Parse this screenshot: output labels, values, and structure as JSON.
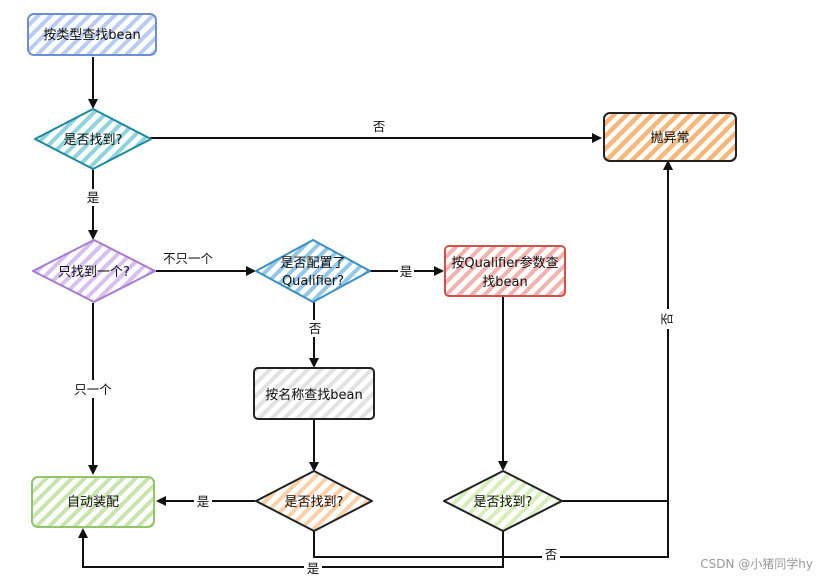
{
  "nodes": {
    "start": "按类型查找bean",
    "found1": "是否找到?",
    "throw": "抛异常",
    "only_one": "只找到一个?",
    "qualifier_line1": "是否配置了",
    "qualifier_line2": "Qualifier?",
    "by_qualifier_line1": "按Qualifier参数查",
    "by_qualifier_line2": "找bean",
    "by_name": "按名称查找bean",
    "autowire": "自动装配",
    "found2": "是否找到?",
    "found3": "是否找到?"
  },
  "edges": {
    "found1_no": "否",
    "found1_yes": "是",
    "not_only_one": "不只一个",
    "only_one": "只一个",
    "qualifier_yes": "是",
    "qualifier_no": "否",
    "found2_yes": "是",
    "found3_yes": "是",
    "found3_no": "否",
    "found2_no": "否"
  },
  "watermark": "CSDN @小猪同学hy",
  "colors": {
    "blue": "#6d8fd6",
    "teal": "#1b8aa0",
    "orange": "#f4a35c",
    "purple": "#a77bd3",
    "sky": "#3a8fc4",
    "red": "#d0524a",
    "gray": "#e6e6e6",
    "green": "#92c46a",
    "lime": "#a8d872",
    "ink": "#222222"
  }
}
